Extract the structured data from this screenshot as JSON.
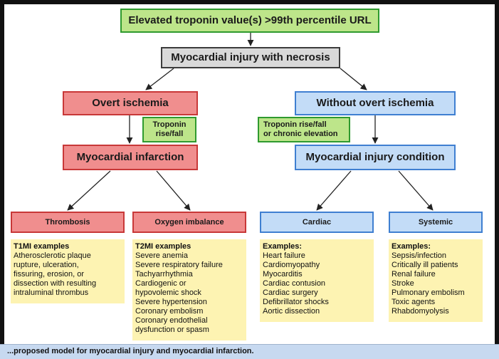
{
  "nodes": {
    "top": "Elevated troponin value(s) >99th percentile URL",
    "injury": "Myocardial injury with necrosis",
    "overt": "Overt ischemia",
    "without_overt": "Without overt ischemia",
    "troponin_rise_fall": [
      "Troponin",
      "rise/fall"
    ],
    "troponin_chronic": [
      "Troponin rise/fall",
      "or chronic elevation"
    ],
    "mi": "Myocardial infarction",
    "injury_condition": "Myocardial injury condition",
    "thrombosis": "Thrombosis",
    "oxygen": "Oxygen imbalance",
    "cardiac": "Cardiac",
    "systemic": "Systemic"
  },
  "examples": {
    "t1mi": {
      "heading": "T1MI examples",
      "lines": [
        "Atherosclerotic plaque",
        "rupture, ulceration,",
        "fissuring, erosion, or",
        "dissection with resulting",
        "intraluminal thrombus"
      ]
    },
    "t2mi": {
      "heading": "T2MI examples",
      "lines": [
        "Severe anemia",
        "Severe respiratory failure",
        "Tachyarrhythmia",
        "Cardiogenic or",
        "hypovolemic shock",
        "Severe hypertension",
        "Coronary embolism",
        "Coronary endothelial",
        "dysfunction or spasm"
      ]
    },
    "cardiac": {
      "heading": "Examples:",
      "lines": [
        "Heart failure",
        "Cardiomyopathy",
        "Myocarditis",
        "Cardiac contusion",
        "Cardiac surgery",
        "Defibrillator shocks",
        "Aortic dissection"
      ]
    },
    "systemic": {
      "heading": "Examples:",
      "lines": [
        "Sepsis/infection",
        "Critically ill patients",
        "Renal failure",
        "Stroke",
        "Pulmonary embolism",
        "Toxic agents",
        "Rhabdomyolysis"
      ]
    }
  },
  "footer": "...proposed model for myocardial injury and myocardial infarction.",
  "colors": {
    "green_fill": "#bde58a",
    "red_fill": "#f08e8e",
    "blue_fill": "#c3dcf7",
    "gray_fill": "#d9d9d9",
    "yellow_fill": "#fdf3b2"
  }
}
